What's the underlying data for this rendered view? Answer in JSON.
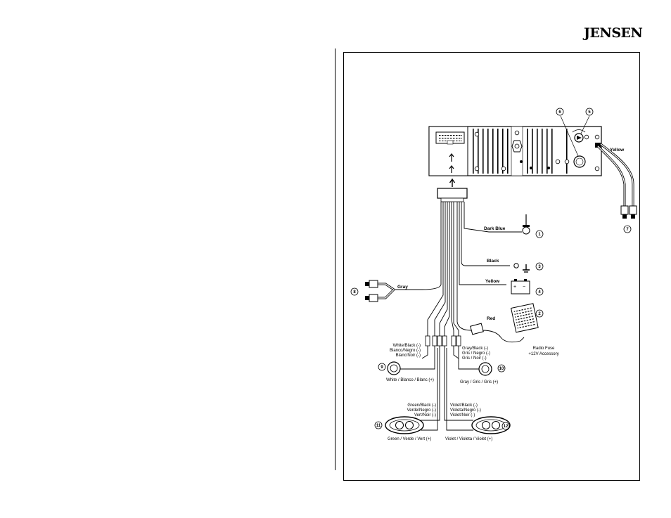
{
  "brand": "JENSEN",
  "wires": {
    "dark_blue": "Dark Blue",
    "black": "Black",
    "yellow_batt": "Yellow",
    "red": "Red",
    "gray": "Gray",
    "yellow_top": "Yellow"
  },
  "fuse": {
    "line1": "Radio Fuse",
    "line2": "+12V Accessory"
  },
  "speakers": {
    "s9_neg": [
      "White/Black (-)",
      "Blanco/Negro (-)",
      "Blanc/Noir (-)"
    ],
    "s9_pos": "White / Blanco / Blanc (+)",
    "s10_neg": [
      "Gray/Black (-)",
      "Gris / Negro (-)",
      "Gris / Noir (-)"
    ],
    "s10_pos": "Gray / Gris / Gris (+)",
    "s11_neg": [
      "Green/Black (-)",
      "Verde/Negro (-)",
      "Vert/Noir (-)"
    ],
    "s11_pos": "Green / Verde / Vert (+)",
    "s12_neg": [
      "Violet/Black (-)",
      "Violeta/Negro (-)",
      "Violet/Noir (-)"
    ],
    "s12_pos": "Violet / Violeta / Violet (+)"
  },
  "numbers": {
    "n1": "1",
    "n2": "2",
    "n3": "3",
    "n4": "4",
    "n5": "5",
    "n6": "6",
    "n7": "7",
    "n8": "8",
    "n9": "9",
    "n10": "10",
    "n11": "11",
    "n12": "12"
  }
}
